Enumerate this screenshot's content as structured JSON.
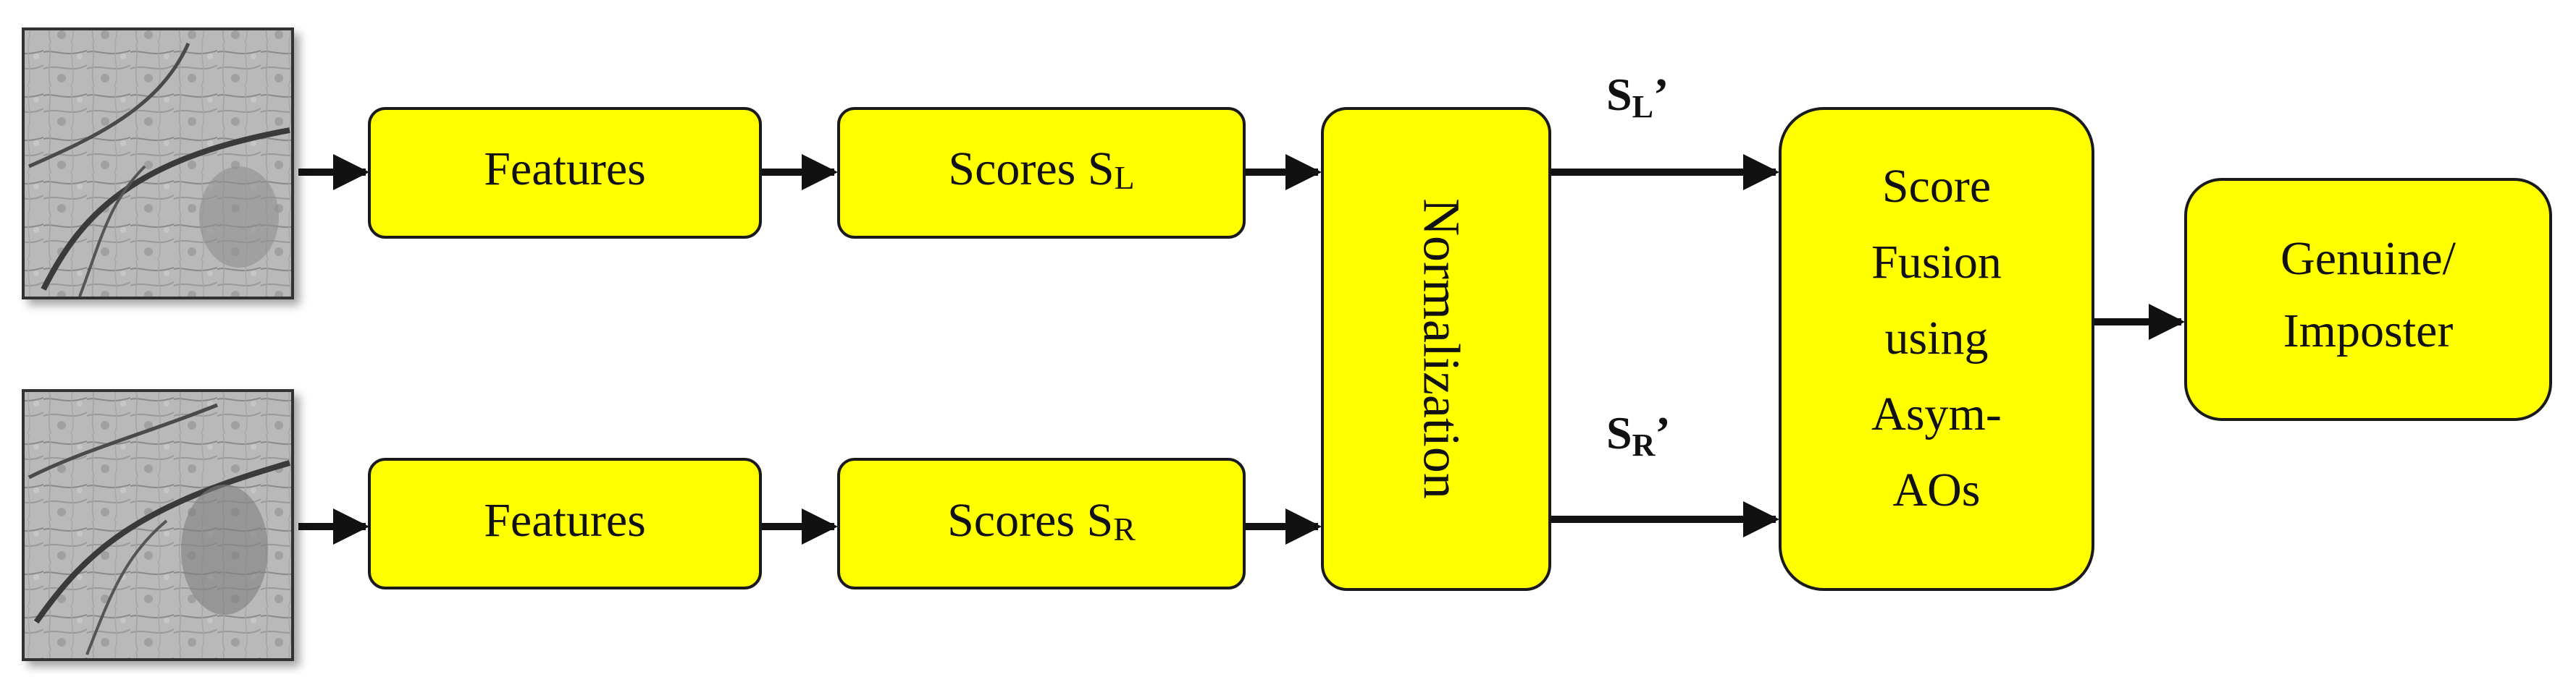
{
  "diagram": {
    "colors": {
      "box_fill": "#ffff00",
      "box_stroke": "#1a1a1a",
      "arrow": "#111111",
      "background": "#ffffff"
    },
    "nodes": {
      "image_left": {
        "kind": "palmprint image",
        "icon": "palmprint-image"
      },
      "image_right": {
        "kind": "palmprint image",
        "icon": "palmprint-image"
      },
      "features_top": {
        "label": "Features"
      },
      "features_bottom": {
        "label": "Features"
      },
      "scores_left": {
        "label_main": "Scores S",
        "label_sub": "L"
      },
      "scores_right": {
        "label_main": "Scores S",
        "label_sub": "R"
      },
      "normalization": {
        "label": "Normalization"
      },
      "fusion": {
        "lines": [
          "Score",
          "Fusion",
          "using",
          "Asym-",
          "AOs"
        ]
      },
      "decision": {
        "lines": [
          "Genuine/",
          "Imposter"
        ]
      }
    },
    "edge_labels": {
      "sl_prime": {
        "main": "S",
        "sub": "L",
        "suffix": "’"
      },
      "sr_prime": {
        "main": "S",
        "sub": "R",
        "suffix": "’"
      }
    }
  }
}
